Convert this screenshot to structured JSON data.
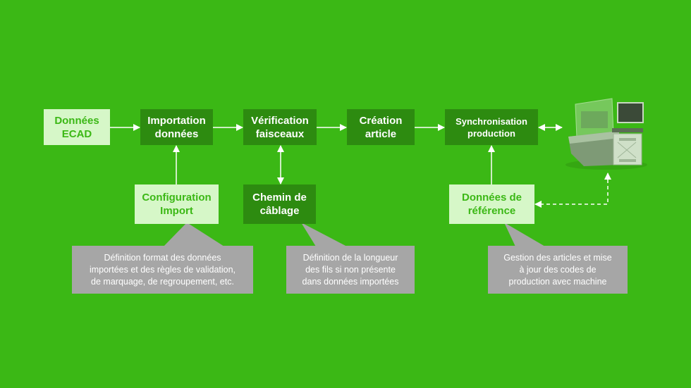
{
  "colors": {
    "background": "#3bb815",
    "process_box": "#2d8b10",
    "input_box": "#d6f7c8",
    "input_text": "#3bb815",
    "callout": "#a6a6a6",
    "arrow": "#ffffff"
  },
  "nodes": {
    "ecad": {
      "line1": "Données",
      "line2": "ECAD"
    },
    "import": {
      "line1": "Importation",
      "line2": "données"
    },
    "verification": {
      "line1": "Vérification",
      "line2": "faisceaux"
    },
    "creation": {
      "line1": "Création",
      "line2": "article"
    },
    "sync": {
      "line1": "Synchronisation",
      "line2": "production"
    },
    "config": {
      "line1": "Configuration",
      "line2": "Import"
    },
    "chemin": {
      "line1": "Chemin de",
      "line2": "câblage"
    },
    "reference": {
      "line1": "Données de",
      "line2": "référence"
    }
  },
  "callouts": {
    "config": {
      "lines": [
        "Définition format des données",
        "importées et des règles de validation,",
        "de marquage, de regroupement, etc."
      ]
    },
    "chemin": {
      "lines": [
        "Définition de la longueur",
        "des fils si non présente",
        "dans données importées"
      ]
    },
    "reference": {
      "lines": [
        "Gestion des articles et mise",
        "à jour des codes de",
        "production avec machine"
      ]
    }
  },
  "machine": {
    "icon": "production-machine-image"
  }
}
